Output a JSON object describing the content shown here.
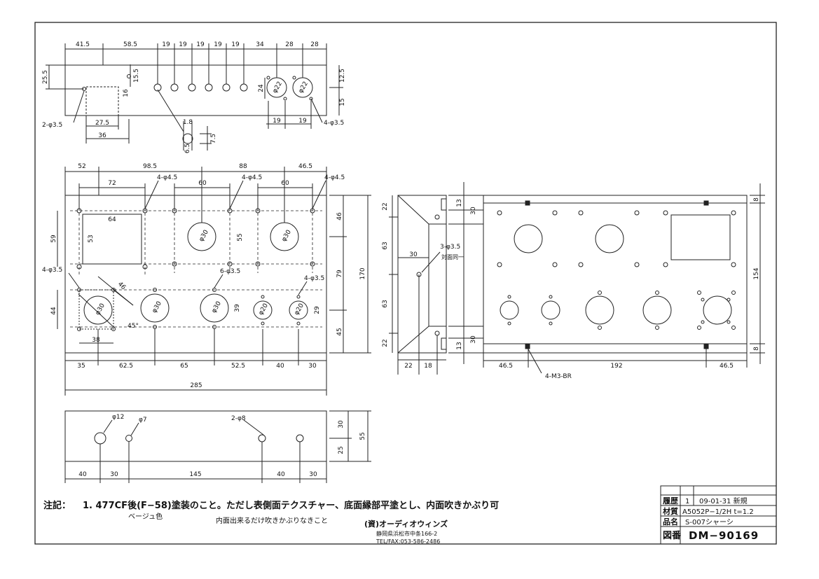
{
  "top_view": {
    "dims": [
      "41.5",
      "58.5",
      "19",
      "19",
      "19",
      "19",
      "19",
      "34",
      "28",
      "28"
    ],
    "left_dim": "25.5",
    "rect_h": "15.5",
    "rect_h2": "16",
    "hole_label": "2-φ3.5",
    "rect_w": "27.5",
    "rect_off": "36",
    "right_dims": [
      "12.5",
      "15"
    ],
    "pair_dim": "24",
    "circle_labels": [
      "φ22",
      "φ22"
    ],
    "small_dims": [
      "19",
      "19"
    ],
    "hole_label_right": "4-φ3.5",
    "detail_w": "1.8",
    "detail_h": "7.5",
    "detail_d": "6.5"
  },
  "main_view": {
    "top_dims": [
      "52",
      "98.5",
      "88",
      "46.5"
    ],
    "inner_dims": [
      "72",
      "60",
      "60"
    ],
    "labels": [
      "4-φ4.5",
      "4-φ4.5",
      "4-φ4.5",
      "4-φ3.5",
      "6-φ3.5",
      "4-φ3.5"
    ],
    "square": [
      "64",
      "53",
      "59"
    ],
    "holes": [
      "φ30",
      "φ30",
      "φ30",
      "φ30",
      "φ30",
      "φ20",
      "φ20"
    ],
    "diag": [
      "46",
      "45°",
      "38"
    ],
    "side_dims": [
      "44",
      "39",
      "29",
      "55"
    ],
    "right_dims": [
      "46",
      "79",
      "45"
    ],
    "overall_h": "170",
    "bottom_dims": [
      "35",
      "62.5",
      "65",
      "52.5",
      "40",
      "30"
    ],
    "overall_w": "285"
  },
  "bottom_view": {
    "labels": [
      "φ12",
      "φ7",
      "2-φ8"
    ],
    "bottom_dims": [
      "40",
      "30",
      "145",
      "40",
      "30"
    ],
    "right_dims": [
      "30",
      "25"
    ],
    "overall_h": "55"
  },
  "side_view": {
    "left_dims": [
      "22",
      "63",
      "63",
      "22"
    ],
    "right_dims": [
      "13",
      "30",
      "30",
      "13"
    ],
    "inner_w": "30",
    "hole_label": "3-φ3.5",
    "note": "対面同一",
    "bottom_dims": [
      "22",
      "18"
    ]
  },
  "back_view": {
    "right_dims": [
      "8",
      "154",
      "8"
    ],
    "bottom_dims": [
      "46.5",
      "192",
      "46.5"
    ],
    "label": "4-M3-BR"
  },
  "notes": {
    "prefix": "注記：",
    "main": "1. 477CF後(F−58)塗装のこと。ただし表側面テクスチャー、底面縁部平塗とし、内面吹きかぶり可",
    "sub1": "ベージュ色",
    "sub2": "内面出来るだけ吹きかぶりなきこと"
  },
  "company": {
    "name": "(資)オーディオウィンズ",
    "address": "静岡県浜松市中条166-2",
    "tel": "TEL/FAX:053-586-2486"
  },
  "title_block": {
    "history_label": "履歴",
    "history_no": "1",
    "history_text": "09-01-31 新規",
    "material_label": "材質",
    "material": "A5052P−1/2H t=1.2",
    "name_label": "品名",
    "name": "S-007シャーシ",
    "drawing_label": "図番",
    "drawing_no": "DM−90169"
  }
}
